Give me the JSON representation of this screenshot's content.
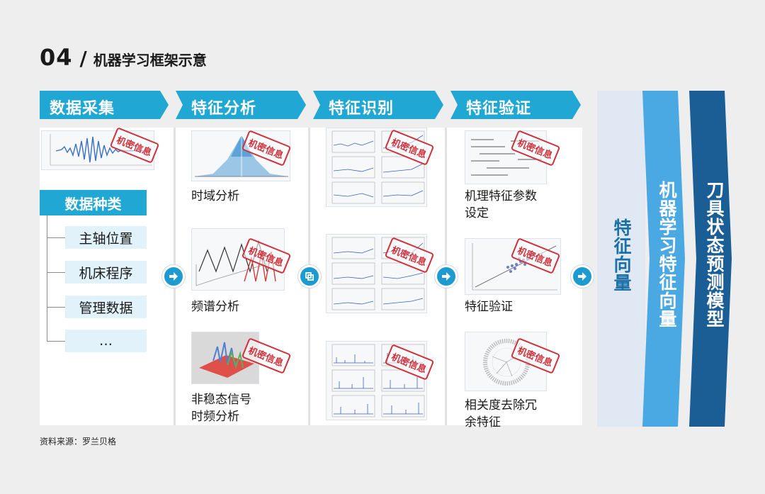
{
  "title": {
    "number": "04",
    "slash": "/",
    "text": "机器学习框架示意"
  },
  "stages": [
    {
      "label": "数据采集"
    },
    {
      "label": "特征分析"
    },
    {
      "label": "特征识别"
    },
    {
      "label": "特征验证"
    }
  ],
  "stamp_text": "机密信息",
  "data_types": {
    "header": "数据种类",
    "items": [
      "主轴位置",
      "机床程序",
      "管理数据",
      "…"
    ]
  },
  "analysis": {
    "time_domain": "时域分析",
    "spectrum": "频谱分析",
    "nonstationary_line1": "非稳态信号",
    "nonstationary_line2": "时频分析"
  },
  "validation": {
    "params_line1": "机理特征参数",
    "params_line2": "设定",
    "verify": "特征验证",
    "corr_line1": "相关度去除冗",
    "corr_line2": "余特征"
  },
  "feature_vector": "特征向量",
  "ml_vector": "机器学习特征向量",
  "model": "刀具状态预测模型",
  "source": "资料来源：罗兰贝格",
  "colors": {
    "stage_blue": "#21a7d3",
    "mid_blue": "#4aa8e3",
    "dark_blue": "#1b5d95",
    "feature_vector_text": "#1d6fa8",
    "stamp_red": "#d0303a"
  }
}
